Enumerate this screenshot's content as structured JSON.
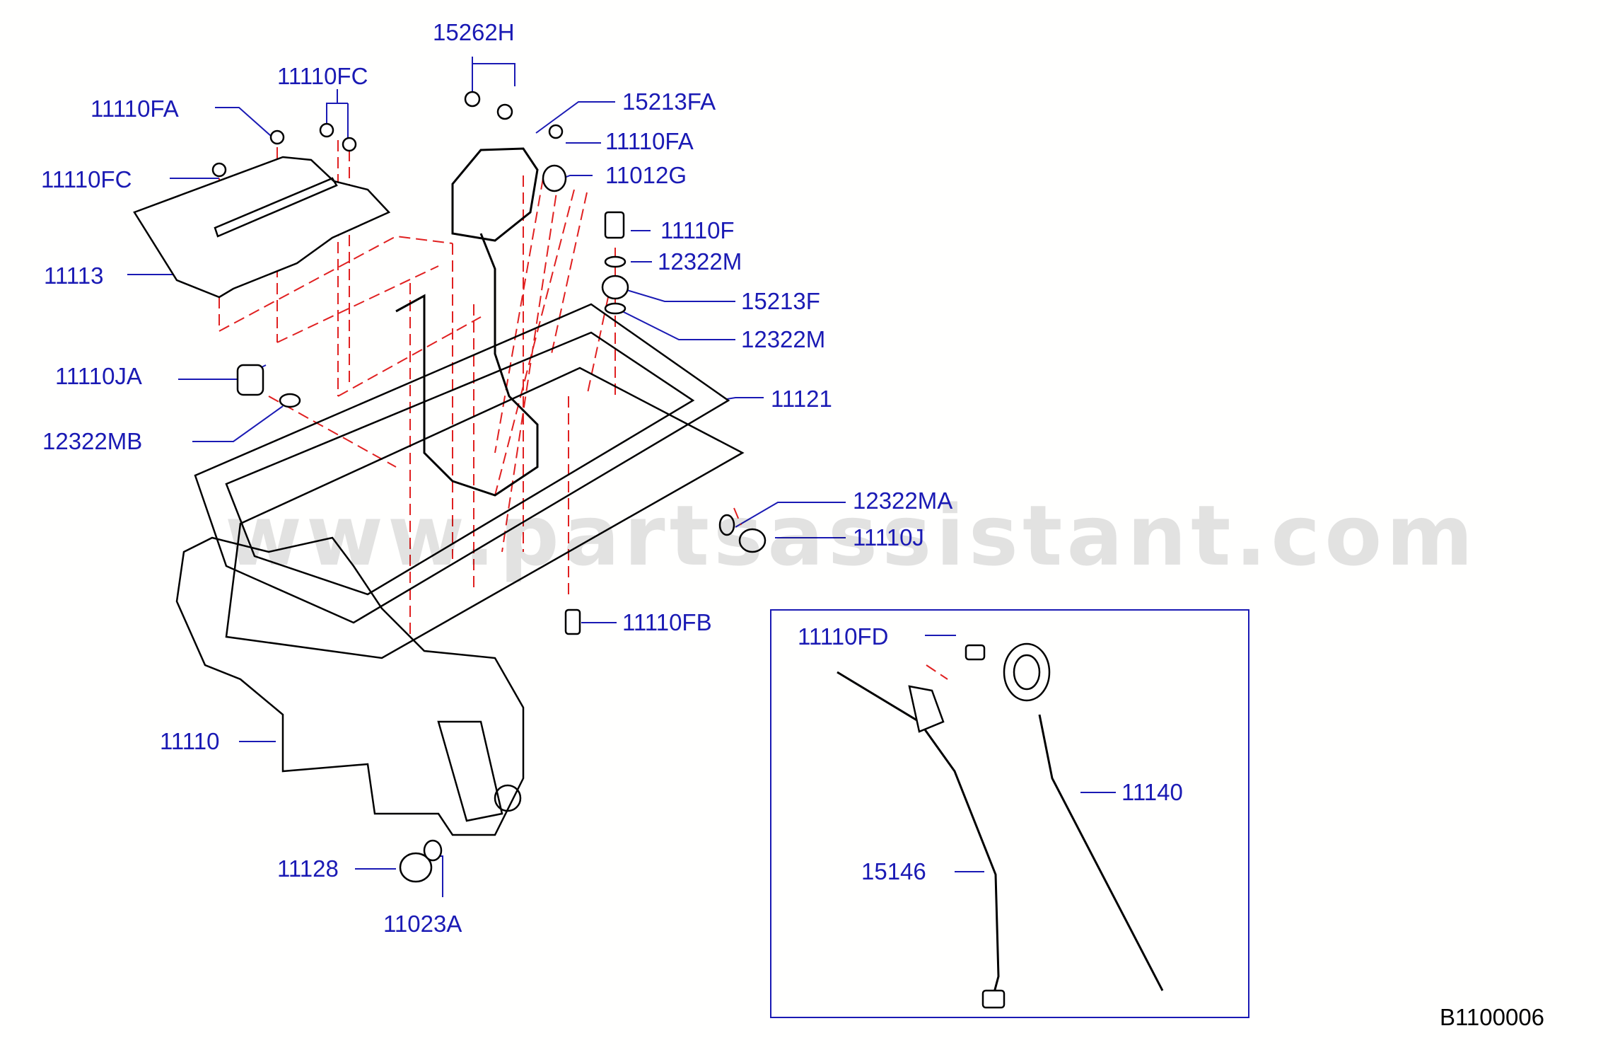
{
  "labels": {
    "l15262H": "15262H",
    "l11110FC_top": "11110FC",
    "l11110FA_left": "11110FA",
    "l11110FC_left": "11110FC",
    "l15213FA": "15213FA",
    "l11110FA_right": "11110FA",
    "l11012G": "11012G",
    "l11110F": "11110F",
    "l12322M_top": "12322M",
    "l15213F": "15213F",
    "l12322M_bottom": "12322M",
    "l11113": "11113",
    "l11110JA": "11110JA",
    "l12322MB": "12322MB",
    "l11121": "11121",
    "l12322MA": "12322MA",
    "l11110J": "11110J",
    "l11110FB": "11110FB",
    "l11110FD": "11110FD",
    "l11110": "11110",
    "l11140": "11140",
    "l15146": "15146",
    "l11128": "11128",
    "l11023A": "11023A"
  },
  "diagram_ref": "B1100006",
  "watermark": "www.partsassistant.com",
  "colors": {
    "label": "#1a1ab4",
    "leader": "#1a1ab4",
    "dashed": "#e02020",
    "part_line": "#000000",
    "inset_border": "#1a1ab4"
  }
}
